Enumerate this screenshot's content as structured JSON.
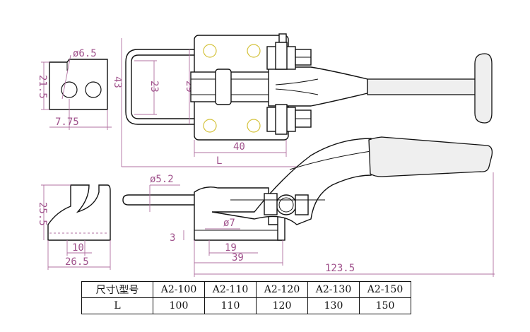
{
  "drawing": {
    "top_view": {
      "dims": {
        "hole_dia": "ø6.5",
        "block_height": "21.5",
        "hole_pitch": "7.75",
        "overall_height": "43",
        "inner_23": "23",
        "inner_29": "29",
        "base_length": "40",
        "length_L": "L"
      }
    },
    "side_view": {
      "dims": {
        "rod_dia": "ø5.2",
        "block_height": "25.5",
        "block_10": "10",
        "block_26_5": "26.5",
        "hole_dia": "ø7",
        "offset_3": "3",
        "spacing_19": "19",
        "spacing_39": "39",
        "overall_length": "123.5"
      }
    }
  },
  "spec_table": {
    "header": [
      "尺寸\\型号",
      "A2-100",
      "A2-110",
      "A2-120",
      "A2-130",
      "A2-150"
    ],
    "row": [
      "L",
      "100",
      "110",
      "120",
      "130",
      "150"
    ]
  }
}
